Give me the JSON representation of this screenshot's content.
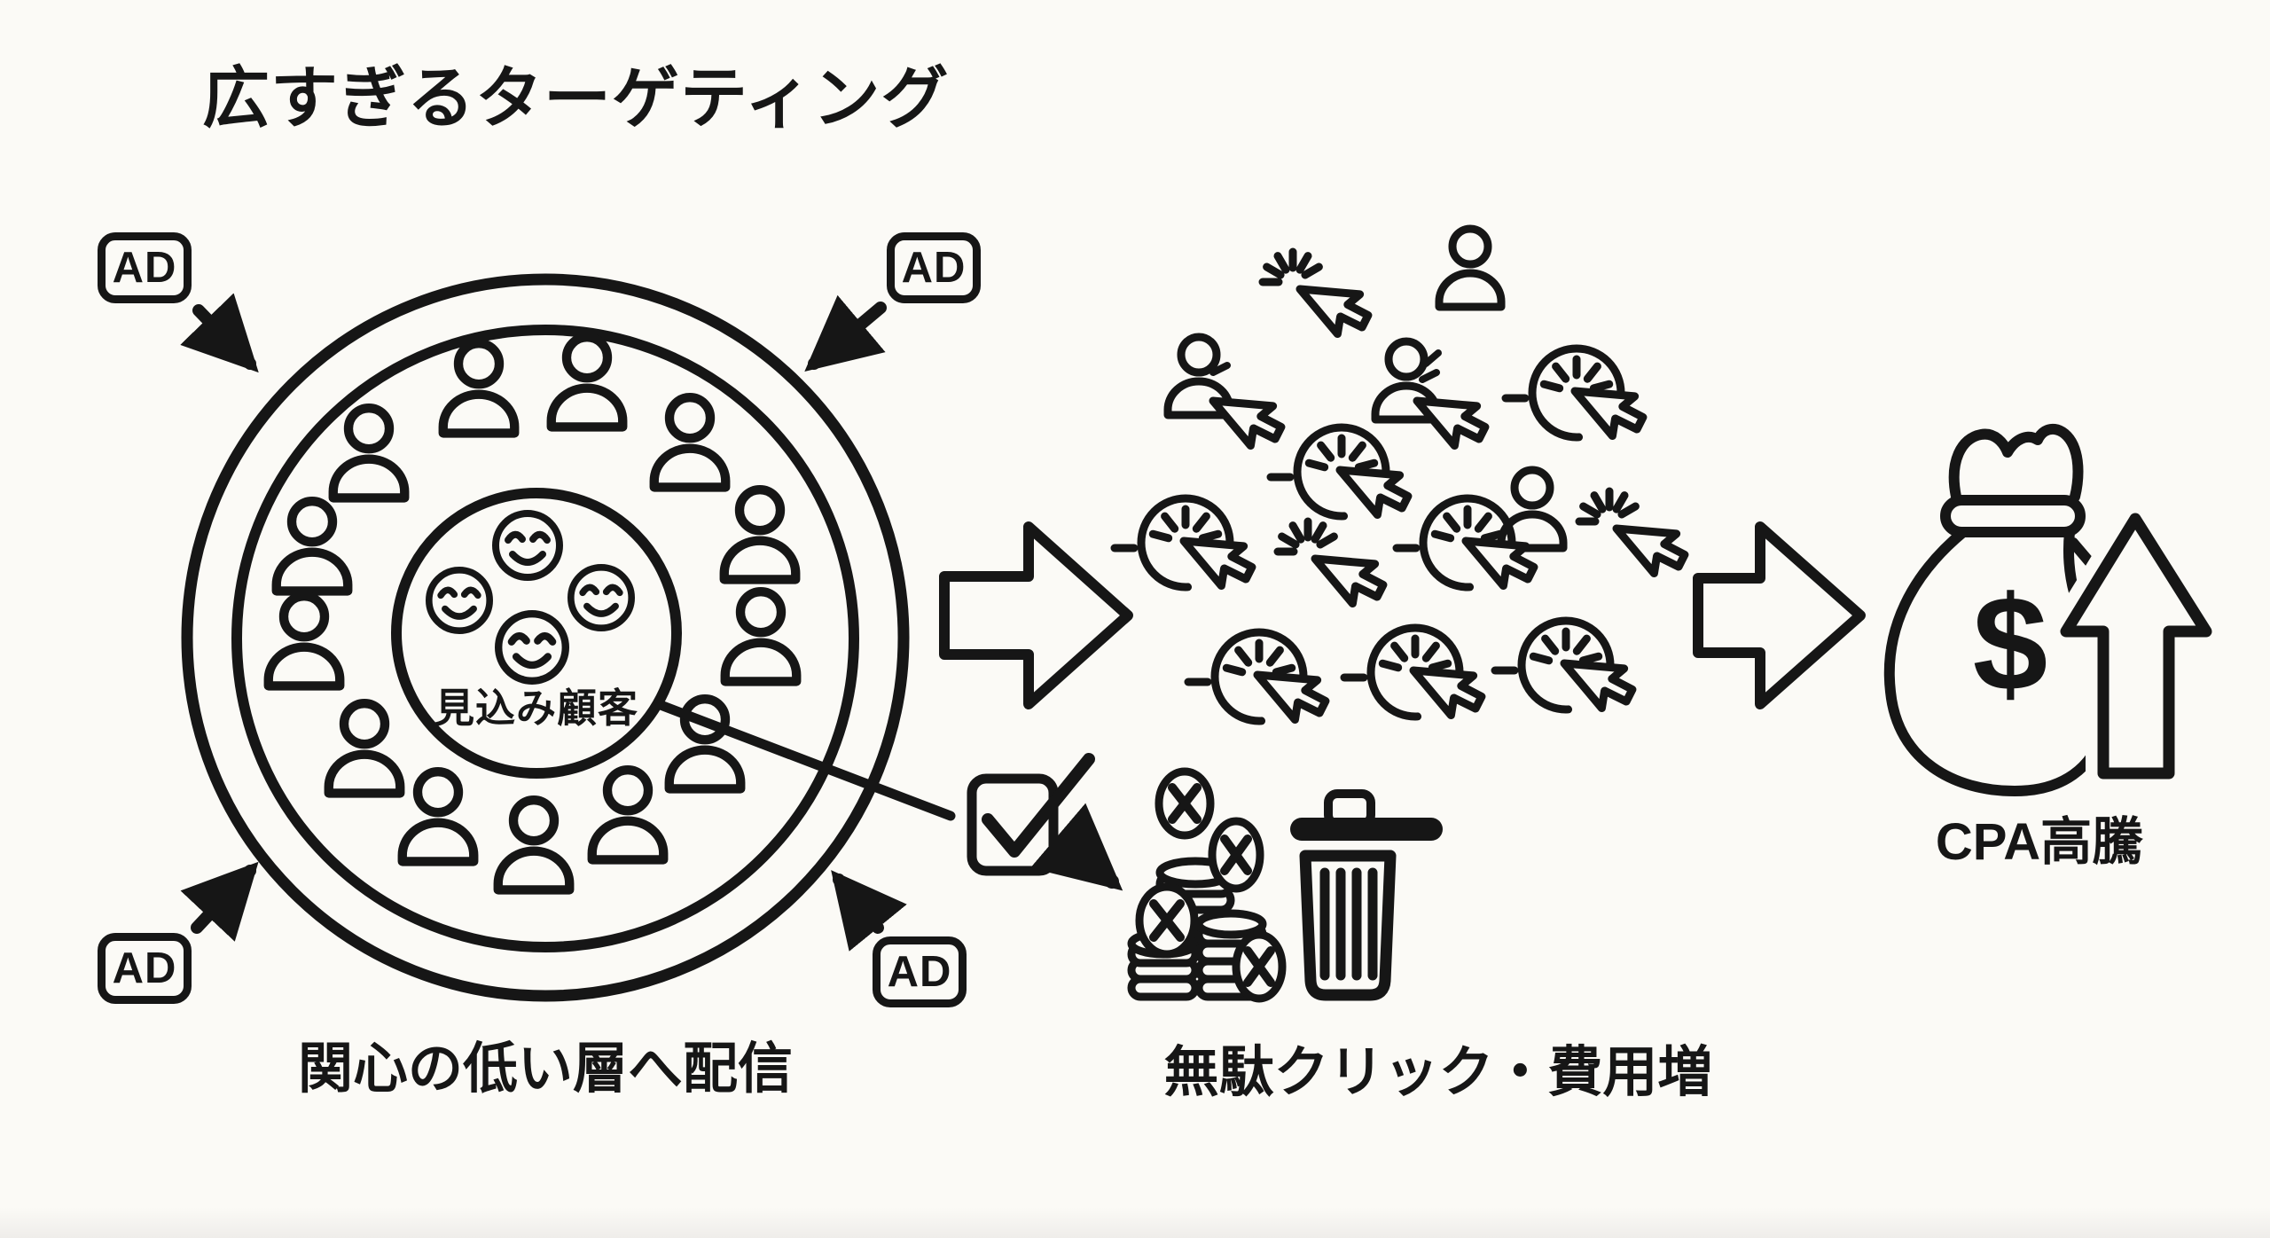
{
  "meta": {
    "background_color": "#fbfaf6",
    "ink_color": "#161616"
  },
  "title": "広すぎるターゲティング",
  "ad_badges": {
    "top_left": "AD",
    "top_right": "AD",
    "bottom_left": "AD",
    "bottom_right": "AD"
  },
  "targeting_diagram": {
    "center_label": "見込み顧客",
    "caption": "関心の低い層へ配信",
    "ring_people_count": 13,
    "prospect_smiley_count": 4,
    "ring_count": 3
  },
  "clicks_cluster": {
    "caption": "無駄クリック・費用増",
    "click_circle_icon_count": 7,
    "burst_cursor_icon_count": 3,
    "person_icon_count": 4,
    "loose_cursor_icon_count": 2,
    "coin_stack_count": 3,
    "x_badge_count": 4
  },
  "outcome": {
    "caption": "CPA高騰",
    "currency_symbol": "$"
  },
  "icon_names": [
    "ad-badge",
    "person-icon",
    "smiley-icon",
    "cursor-icon",
    "click-circle-icon",
    "burst-cursor-icon",
    "checkbox-checked-icon",
    "coins-x-icon",
    "trash-icon",
    "money-bag-icon",
    "up-arrow-icon",
    "right-flow-arrow"
  ]
}
